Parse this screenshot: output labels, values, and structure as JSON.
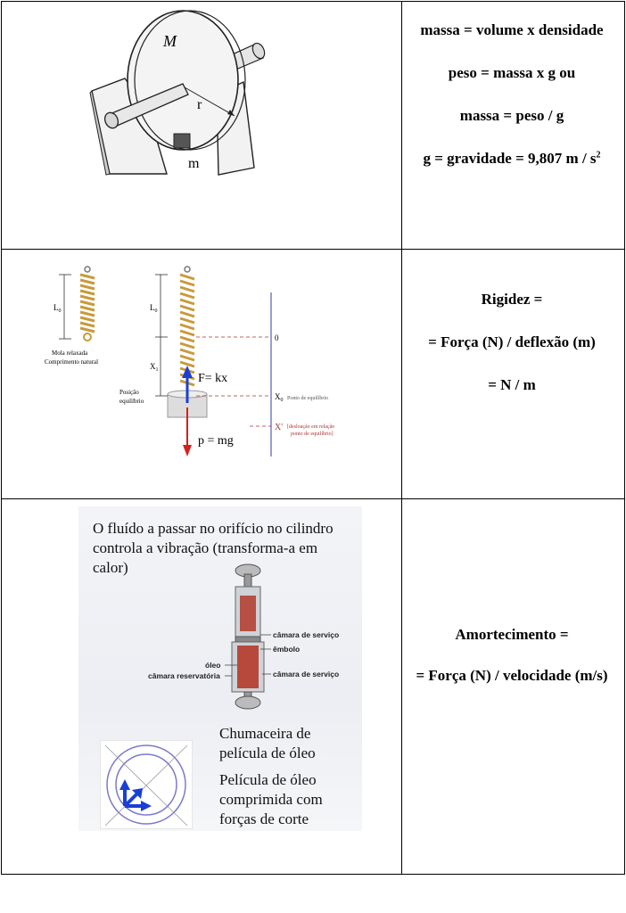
{
  "row1": {
    "fig": {
      "label_M": "M",
      "label_r": "r",
      "label_m": "m"
    },
    "lines": [
      "massa = volume x densidade",
      "peso = massa  x  g   ou",
      "massa = peso / g",
      "g = gravidade = 9,807 m / s",
      "2"
    ]
  },
  "row2": {
    "fig": {
      "L0_a": "L",
      "L0_b": "L",
      "sub0": "0",
      "mola_caption_1": "Mola relaxada",
      "mola_caption_2": "Comprimento natural",
      "x1": "X",
      "sub1": "1",
      "posicao_1": "Posição",
      "posicao_2": "equilíbrio",
      "F_kx": "F= kx",
      "p_mg": "p = mg",
      "zero": "0",
      "x0_label": "X",
      "x0_text": "Ponto de equilíbrio",
      "xprime": "X'",
      "xprime_text_1": "[desloação em relação",
      "xprime_text_2": "ponto de equilíbrio]"
    },
    "lines": [
      "Rigidez =",
      "= Força (N) / deflexão (m)",
      "= N / m"
    ]
  },
  "row3": {
    "caption_top": [
      "O fluído a passar no orifício no cilindro",
      "controla a vibração (transforma-a em",
      "calor)"
    ],
    "damper_labels": {
      "camara_servico_1": "câmara de serviço",
      "embolo": "êmbolo",
      "oleo": "óleo",
      "camara_servico_2": "câmara de serviço",
      "camara_reservatoria": "câmara reservatória"
    },
    "caption_bearing": [
      "Chumaceira de",
      "película de óleo"
    ],
    "caption_film": [
      "Película de óleo",
      "comprimida com",
      "forças de corte"
    ],
    "lines": [
      "Amortecimento =",
      "= Força (N) / velocidade (m/s)"
    ]
  },
  "colors": {
    "force_up": "#1a3fd6",
    "force_down": "#d62020",
    "spring": "#c89a3c",
    "oil": "#b23a2a",
    "guide": "#7a7acc"
  }
}
